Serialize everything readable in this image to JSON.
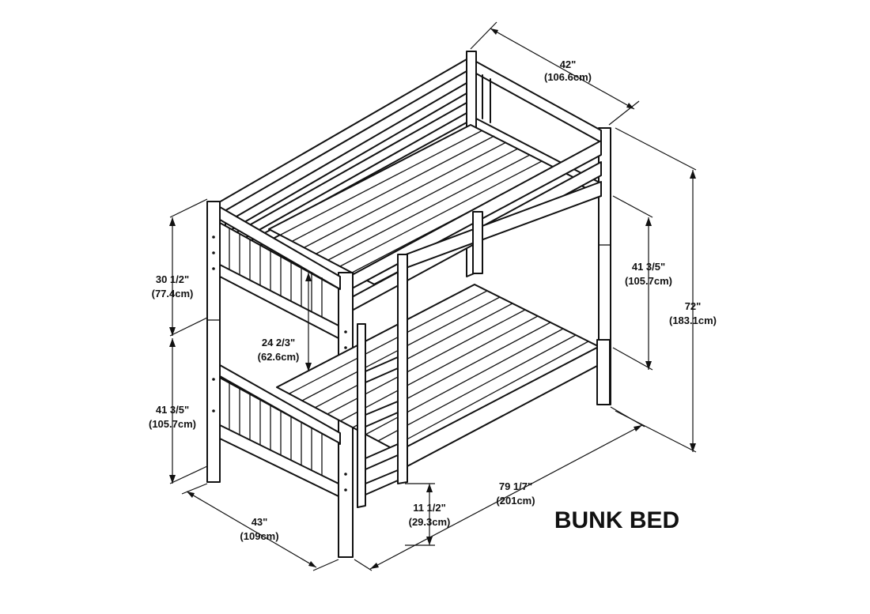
{
  "title": "BUNK BED",
  "dimensions": {
    "width_top": {
      "in": "42\"",
      "cm": "(106.6cm)"
    },
    "height_total": {
      "in": "72\"",
      "cm": "(183.1cm)"
    },
    "height_bed_right": {
      "in": "41 3/5\"",
      "cm": "(105.7cm)"
    },
    "upper_head": {
      "in": "30 1/2\"",
      "cm": "(77.4cm)"
    },
    "lower_head": {
      "in": "41 3/5\"",
      "cm": "(105.7cm)"
    },
    "gap": {
      "in": "24 2/3\"",
      "cm": "(62.6cm)"
    },
    "depth_bottom": {
      "in": "43\"",
      "cm": "(109cm)"
    },
    "length_bottom": {
      "in": "79  1/7\"",
      "cm": "(201cm)"
    },
    "clearance": {
      "in": "11 1/2\"",
      "cm": "(29.3cm)"
    }
  }
}
